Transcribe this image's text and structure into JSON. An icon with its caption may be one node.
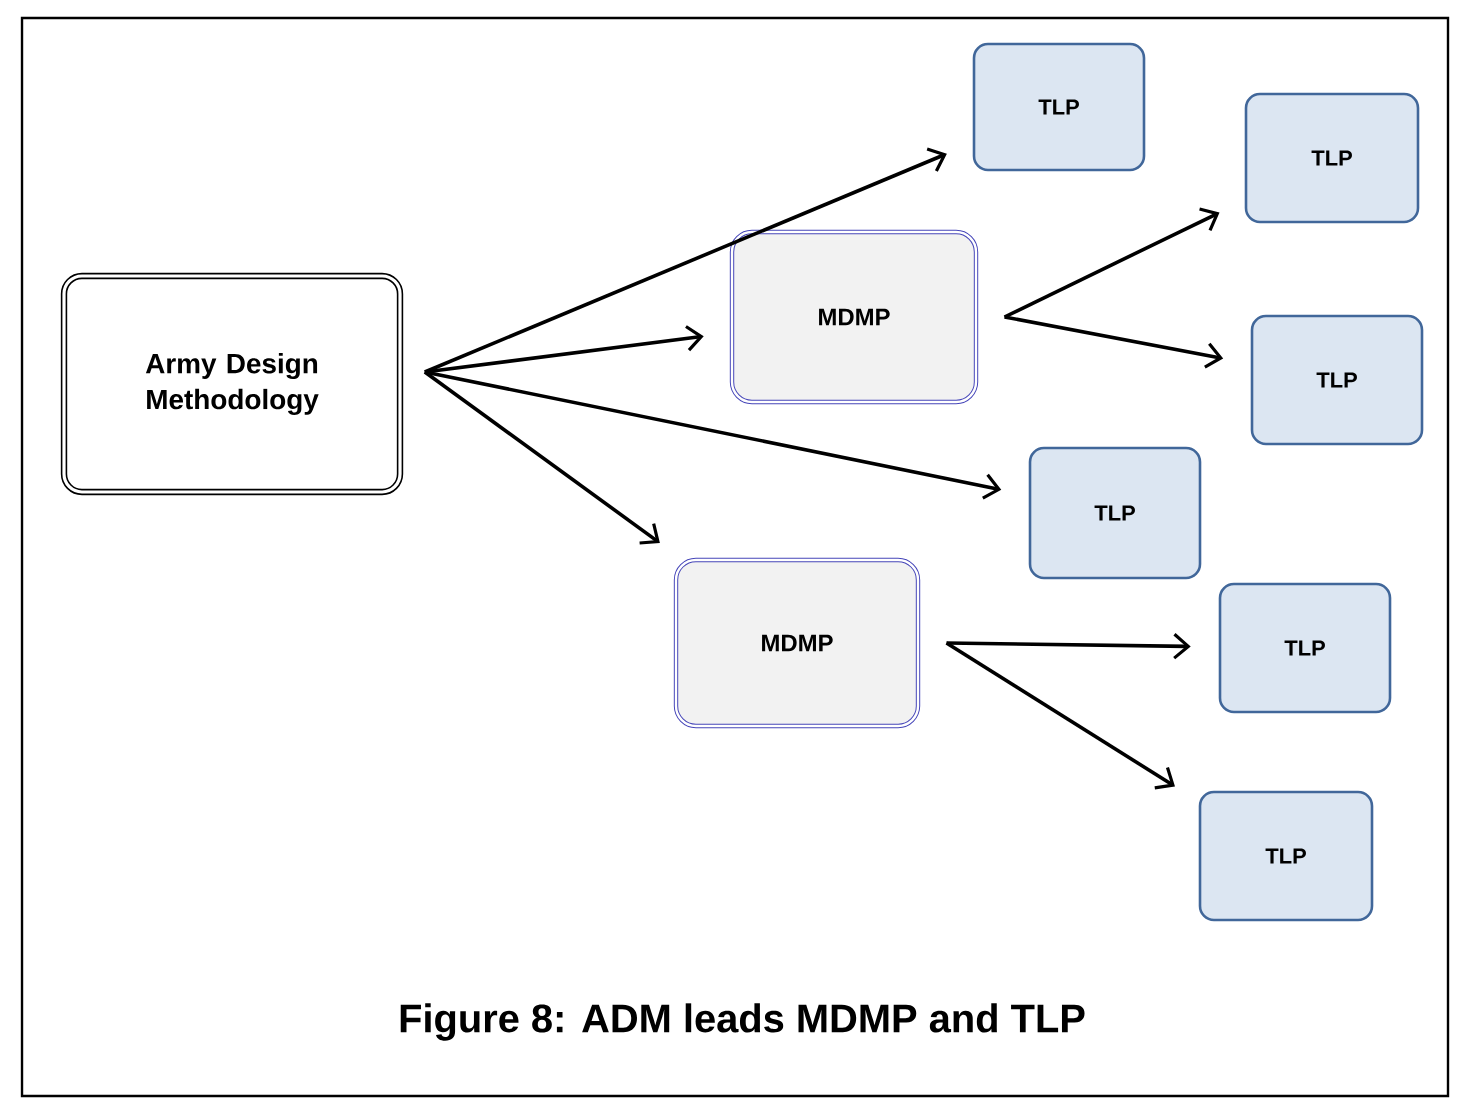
{
  "diagram": {
    "caption": "Figure 8: ADM leads MDMP and TLP",
    "nodes": [
      {
        "text": [
          "Army Design Methodology"
        ]
      },
      {
        "text": [
          "TLP"
        ]
      },
      {
        "text": [
          "MDMP"
        ]
      },
      {
        "text": [
          "TLP"
        ]
      },
      {
        "text": [
          "TLP"
        ]
      },
      {
        "text": [
          "TLP"
        ]
      },
      {
        "text": [
          "MDMP"
        ]
      },
      {
        "text": [
          "TLP"
        ]
      },
      {
        "text": [
          "TLP"
        ]
      }
    ],
    "edges": [
      {
        "from": 0,
        "to": 1,
        "arrow": "to"
      },
      {
        "from": 0,
        "to": 2,
        "arrow": "to"
      },
      {
        "from": 0,
        "to": 5,
        "arrow": "to"
      },
      {
        "from": 0,
        "to": 6,
        "arrow": "to"
      },
      {
        "from": 2,
        "to": 3,
        "arrow": "to"
      },
      {
        "from": 2,
        "to": 4,
        "arrow": "to"
      },
      {
        "from": 6,
        "to": 7,
        "arrow": "to"
      },
      {
        "from": 6,
        "to": 8,
        "arrow": "to"
      }
    ]
  }
}
